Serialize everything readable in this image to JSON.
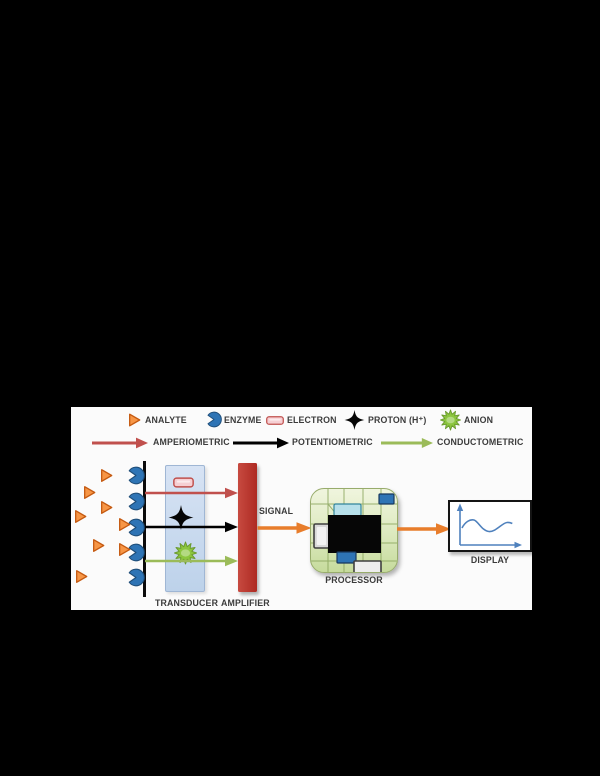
{
  "legend": {
    "items": [
      {
        "id": "analyte",
        "label": "ANALYTE"
      },
      {
        "id": "enzyme",
        "label": "ENZYME"
      },
      {
        "id": "electron",
        "label": "ELECTRON"
      },
      {
        "id": "proton",
        "label": "PROTON (H⁺)"
      },
      {
        "id": "anion",
        "label": "ANION"
      }
    ],
    "methods": [
      {
        "id": "amperiometric",
        "label": "AMPERIOMETRIC"
      },
      {
        "id": "potentiometric",
        "label": "POTENTIOMETRIC"
      },
      {
        "id": "conductometric",
        "label": "CONDUCTOMETRIC"
      }
    ]
  },
  "diagram": {
    "signal_label": "SIGNAL",
    "transducer_label": "TRANSDUCER",
    "amplifier_label": "AMPLIFIER",
    "processor_label": "PROCESSOR",
    "display_label": "DISPLAY",
    "free_analyte_count": 6,
    "docked_analyte_count": 2,
    "enzyme_count": 5
  },
  "colors": {
    "page_bg": "#000000",
    "panel_bg": "#FBFBFB",
    "label_text": "#3b3b3b",
    "analyte": "#F79646",
    "analyte_brd": "#C55A11",
    "enzyme": "#2E74B5",
    "enzyme_brd": "#1F4E79",
    "electron_fill": "#F6CFD3",
    "electron_brd": "#C0504D",
    "proton": "#050505",
    "anion": "#8CC63E",
    "anion_brd": "#6B9A2F",
    "amperometric": "#C0504D",
    "potentiometric": "#000000",
    "conductometric": "#9BBB59",
    "signal_arrow": "#E87D2B",
    "amplifier_a": "#C74A40",
    "amplifier_b": "#AE2A22",
    "transducer_a": "#D7E3F4",
    "transducer_b": "#BDD2EA",
    "transducer_brd": "#9FB6D4",
    "processor_a": "#F0F5DE",
    "processor_b": "#C6DB9C",
    "processor_brd": "#98AC6C",
    "display_trace": "#4F81BD"
  }
}
